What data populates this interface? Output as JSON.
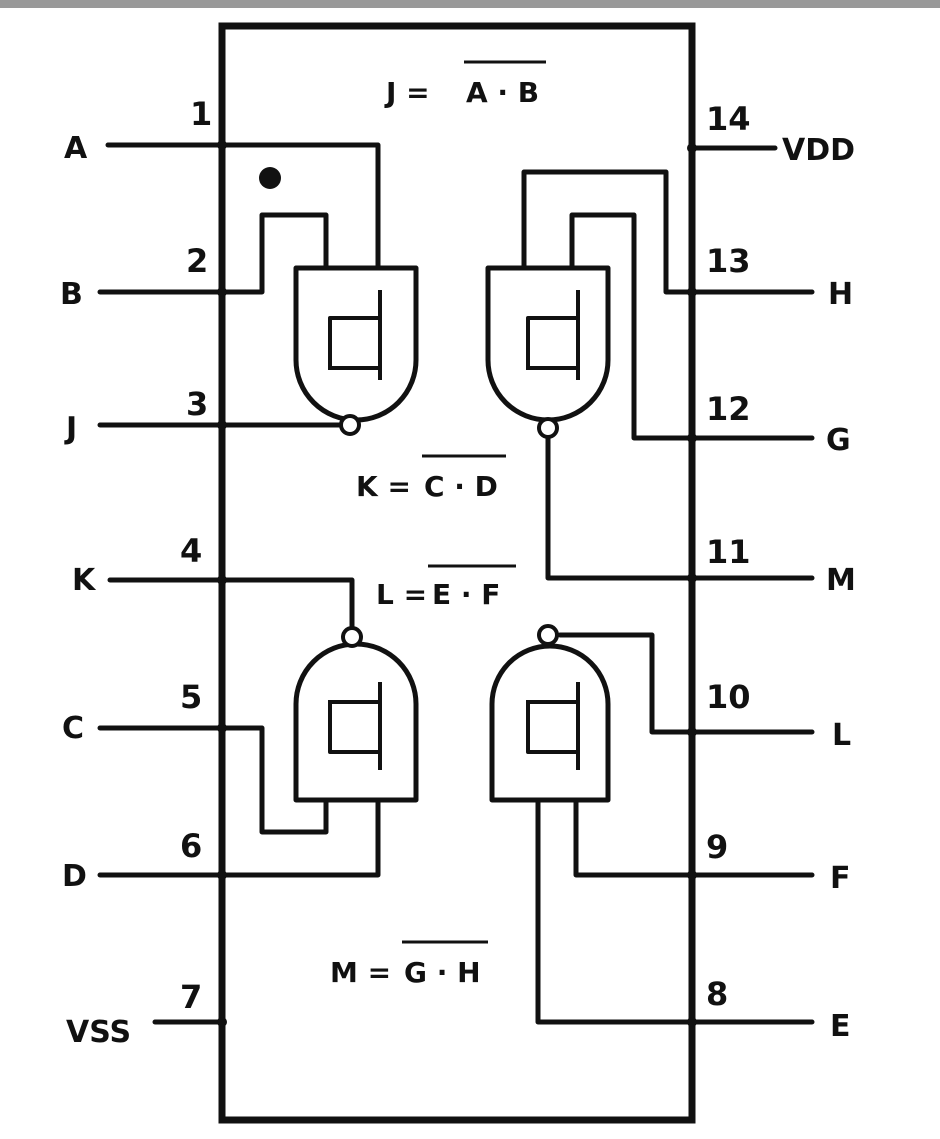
{
  "pins": {
    "p1": {
      "number": "1",
      "signal": "A"
    },
    "p2": {
      "number": "2",
      "signal": "B"
    },
    "p3": {
      "number": "3",
      "signal": "J"
    },
    "p4": {
      "number": "4",
      "signal": "K"
    },
    "p5": {
      "number": "5",
      "signal": "C"
    },
    "p6": {
      "number": "6",
      "signal": "D"
    },
    "p7": {
      "number": "7",
      "signal": "VSS"
    },
    "p8": {
      "number": "8",
      "signal": "E"
    },
    "p9": {
      "number": "9",
      "signal": "F"
    },
    "p10": {
      "number": "10",
      "signal": "L"
    },
    "p11": {
      "number": "11",
      "signal": "M"
    },
    "p12": {
      "number": "12",
      "signal": "G"
    },
    "p13": {
      "number": "13",
      "signal": "H"
    },
    "p14": {
      "number": "14",
      "signal": "VDD"
    }
  },
  "equations": {
    "j": {
      "lhs": "J =",
      "rhs": "A · B"
    },
    "k": {
      "lhs": "K =",
      "rhs": "C · D"
    },
    "l": {
      "lhs": "L =",
      "rhs": "E · F"
    },
    "m": {
      "lhs": "M =",
      "rhs": "G · H"
    }
  }
}
